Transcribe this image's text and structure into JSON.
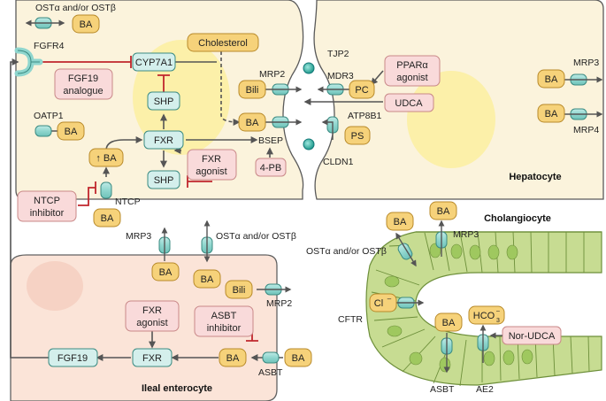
{
  "cells": {
    "hepatocyte_label": "Hepatocyte",
    "enterocyte_label": "Ileal enterocyte",
    "cholangiocyte_label": "Cholangiocyte"
  },
  "labels": {
    "ost_top": "OSTα and/or OSTβ",
    "fgfr4": "FGFR4",
    "oatp1": "OATP1",
    "ntcp": "NTCP",
    "mrp2_hep": "MRP2",
    "mdr3": "MDR3",
    "tjp2": "TJP2",
    "atp8b1": "ATP8B1",
    "bsep": "BSEP",
    "cldn1": "CLDN1",
    "mrp3_hep": "MRP3",
    "mrp4_hep": "MRP4",
    "mrp3_ent": "MRP3",
    "ost_ent": "OSTα and/or OSTβ",
    "mrp2_ent": "MRP2",
    "asbt_ent": "ASBT",
    "ost_chol": "OSTα and/or OSTβ",
    "mrp3_chol": "MRP3",
    "cftr": "CFTR",
    "asbt_chol": "ASBT",
    "ae2": "AE2"
  },
  "boxes": {
    "cyp7a1": "CYP7A1",
    "cholesterol": "Cholesterol",
    "shp_upper": "SHP",
    "fxr_hep": "FXR",
    "shp_lower": "SHP",
    "fxr_agonist_hep_1": "FXR",
    "fxr_agonist_hep_2": "agonist",
    "fgf19_analogue_1": "FGF19",
    "fgf19_analogue_2": "analogue",
    "ntcp_inhibitor_1": "NTCP",
    "ntcp_inhibitor_2": "inhibitor",
    "ppara_1": "PPARα",
    "ppara_2": "agonist",
    "udca": "UDCA",
    "pb4": "4-PB",
    "bili_hep": "Bili",
    "pc": "PC",
    "ps": "PS",
    "fxr_agonist_ent_1": "FXR",
    "fxr_agonist_ent_2": "agonist",
    "asbt_inhibitor_1": "ASBT",
    "asbt_inhibitor_2": "inhibitor",
    "fxr_ent": "FXR",
    "fgf19": "FGF19",
    "bili_ent": "Bili",
    "nor_udca": "Nor-UDCA",
    "cl": "Cl",
    "cl_sup": "–",
    "hco3": "HCO",
    "hco3_sub": "3",
    "hco3_sup": "–",
    "up_ba": "↑ BA"
  },
  "ba": "BA",
  "colors": {
    "cell_fill": "#fbf3dc",
    "cell_stroke": "#5a5a5a",
    "nucleus": "#fbeea0",
    "ent_fill": "#fbe3d6",
    "ent_nucleus": "#f6d2c4",
    "ba_fill": "#f6d27a",
    "teal_fill": "#d4efec",
    "pink_fill": "#f9dada",
    "transporter": "#8fd6ce",
    "inhibit_red": "#c0262d",
    "chol_fill": "#c7dc92",
    "chol_stroke": "#6d8f3a"
  }
}
